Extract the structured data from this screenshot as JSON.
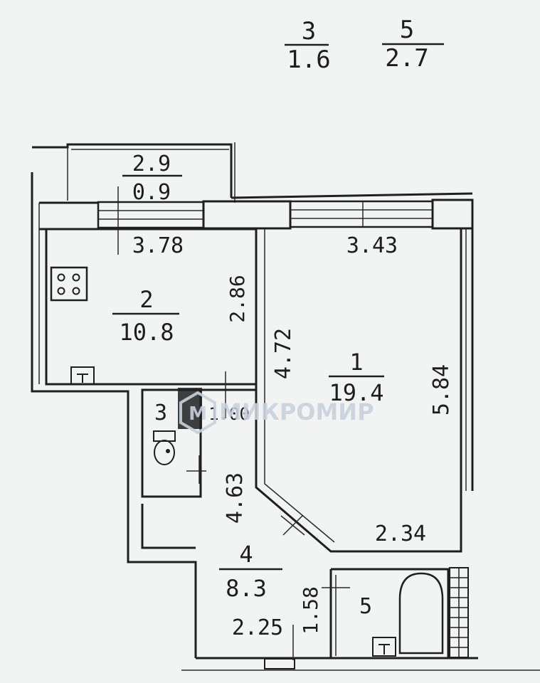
{
  "header_fractions": [
    {
      "top": "3",
      "bottom": "1.6"
    },
    {
      "top": "5",
      "bottom": "2.7"
    }
  ],
  "balcony": {
    "top": "2.9",
    "bottom": "0.9"
  },
  "rooms": {
    "room1": {
      "number": "1",
      "area": "19.4"
    },
    "room2": {
      "number": "2",
      "area": "10.8"
    },
    "room3": {
      "number": "3"
    },
    "room4": {
      "number": "4",
      "area": "8.3"
    },
    "room5": {
      "number": "5"
    }
  },
  "dimensions": {
    "kitchen_width": "3.78",
    "kitchen_depth": "2.86",
    "room1_width": "3.43",
    "room1_depth": "5.84",
    "partition_length": "4.72",
    "room1_bottom": "2.34",
    "hall_length": "4.63",
    "hall_width": "2.25",
    "bath_depth": "1.58",
    "wc_door": "1.00"
  },
  "watermark": {
    "text": "МИКРОМИР"
  },
  "colors": {
    "paper": "#f2f3f3",
    "ink": "#1f1f1f",
    "watermark": "#c8d2dc"
  },
  "icons": [
    "stove-icon",
    "toilet-icon",
    "bathtub-icon",
    "vent-icon",
    "radiator-icon"
  ]
}
